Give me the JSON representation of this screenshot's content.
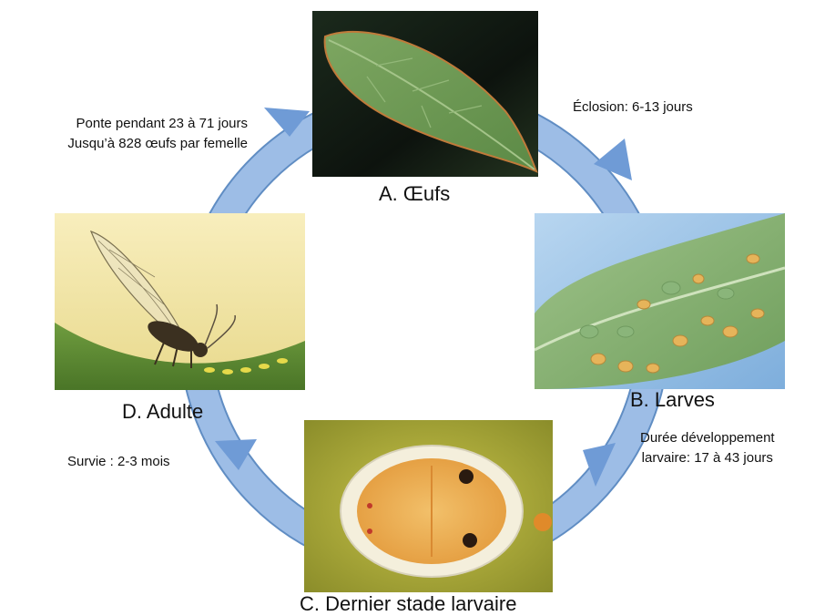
{
  "colors": {
    "ring": "#8fb4e3",
    "ring_edge": "#4f81bd"
  },
  "stages": [
    {
      "id": "eggs",
      "label": "A. Œufs",
      "icon": "leaf-with-eggs-photo"
    },
    {
      "id": "larvae",
      "label": "B. Larves",
      "icon": "leaf-with-larvae-photo"
    },
    {
      "id": "last-instar",
      "label": "C. Dernier stade larvaire",
      "icon": "last-instar-larva-photo"
    },
    {
      "id": "adult",
      "label": "D. Adulte",
      "icon": "adult-psyllid-photo"
    }
  ],
  "transitions": {
    "hatching": "Éclosion: 6-13 jours",
    "larval_development": [
      "Durée développement",
      "larvaire: 17 à 43 jours"
    ],
    "survival": "Survie : 2-3 mois",
    "egg_laying": [
      "Ponte pendant 23 à 71 jours",
      "Jusqu’à 828 œufs par femelle"
    ]
  }
}
